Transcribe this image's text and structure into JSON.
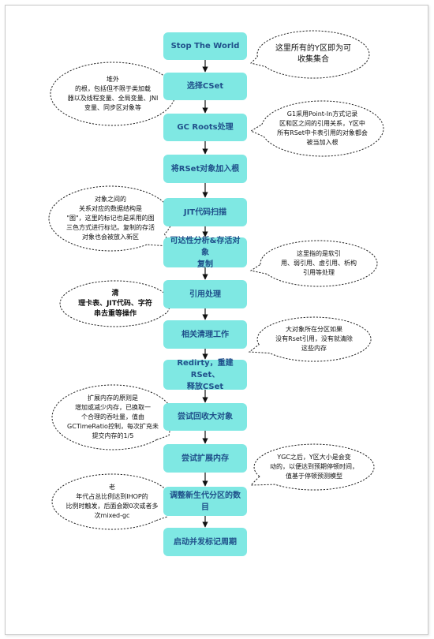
{
  "steps": [
    "Stop The World",
    "选择CSet",
    "GC Roots处理",
    "将RSet对象加入根",
    "JIT代码扫描",
    "可达性分析&存活对象\n复制",
    "引用处理",
    "相关清理工作",
    "Redirty，重建RSet、\n释放CSet",
    "尝试回收大对象",
    "尝试扩展内存",
    "调整新生代分区的数目",
    "启动并发标记周期"
  ],
  "notes": {
    "stw": "这里所有的Y区即为可\n收集集合",
    "heap": "堆外\n的根，包括但不限于类加载\n器以及线程变量、全局变量、JNI\n变量、同步区对象等",
    "g1": "G1采用Point-In方式记录\n区和区之间的引用关系，Y区中\n所有RSet中卡表引用的对象都会\n被当加入根",
    "graph": "对象之间的\n关系对应的数据结构是\n\"图\"，这里的标记也是采用的图\n三色方式进行标记。复制的存活\n对象也会被放入新区",
    "refs": "这里指的是软引\n用、弱引用、虚引用、析构\n引用等处理",
    "clean": "清\n理卡表、JIT代码、字符\n串去重等操作",
    "huge": "大对象所在分区如果\n没有Rset引用，没有就清除\n这些内存",
    "expand": "扩展内存的原则是\n增加或减少内存，已换取一\n个合理的吞吐量，值由\nGCTimeRatio控制，每次扩充未\n提交内存的1/5",
    "ygc": "YGC之后，Y区大小是会变\n动的，以便达到预期停顿时间，\n值基于停顿预测模型",
    "ihop": "老\n年代占总比例达到IHOP的\n比例时触发，后面会跟0次或者多\n次mixed-gc"
  }
}
